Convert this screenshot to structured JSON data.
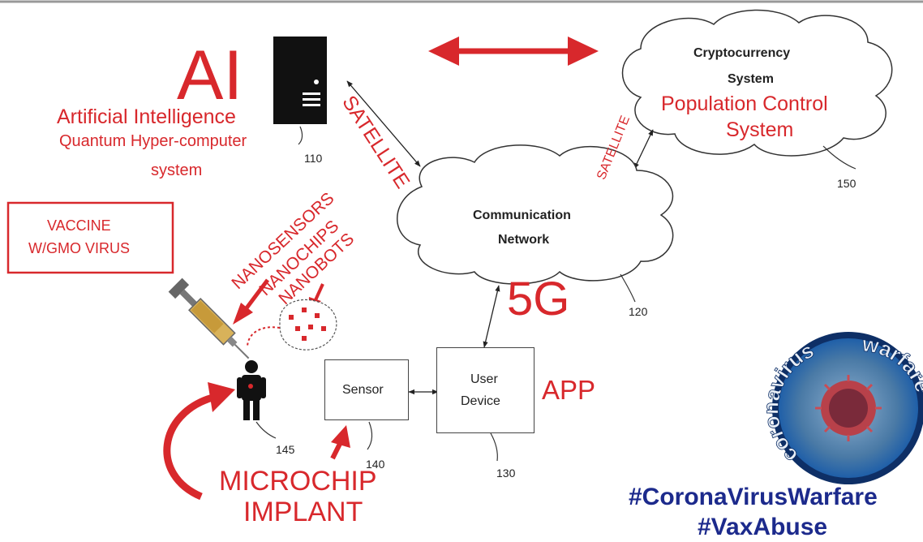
{
  "ai": {
    "big": "AI",
    "name": "Artificial Intelligence",
    "sub1": "Quantum Hyper-computer",
    "sub2": "system",
    "ref": "110"
  },
  "links": {
    "satellite_main": "SATELLITE",
    "satellite_small": "SATELLITE"
  },
  "cloud_top": {
    "line1": "Cryptocurrency",
    "line2": "System",
    "red1": "Population Control",
    "red2": "System",
    "ref": "150"
  },
  "network": {
    "line1": "Communication",
    "line2": "Network",
    "ref": "120",
    "fiveg": "5G"
  },
  "vaccine": {
    "line1": "VACCINE",
    "line2": "W/GMO VIRUS"
  },
  "nano": {
    "l1": "NANOSENSORS",
    "l2": "NANOCHIPS",
    "l3": "NANOBOTS"
  },
  "sensor": {
    "label": "Sensor",
    "ref": "140"
  },
  "device": {
    "line1": "User",
    "line2": "Device",
    "ref": "130",
    "app": "APP"
  },
  "person": {
    "ref": "145"
  },
  "microchip": {
    "line1": "MICROCHIP",
    "line2": "IMPLANT"
  },
  "badge": {
    "top": "coronavirus",
    "right": "warfare"
  },
  "hashtags": {
    "one": "#CoronaVirusWarfare",
    "two": "#VaxAbuse"
  },
  "colors": {
    "accent_red": "#d8282c",
    "hashtag_blue": "#1c2a8c",
    "badge_blue": "#1f5fa8"
  }
}
